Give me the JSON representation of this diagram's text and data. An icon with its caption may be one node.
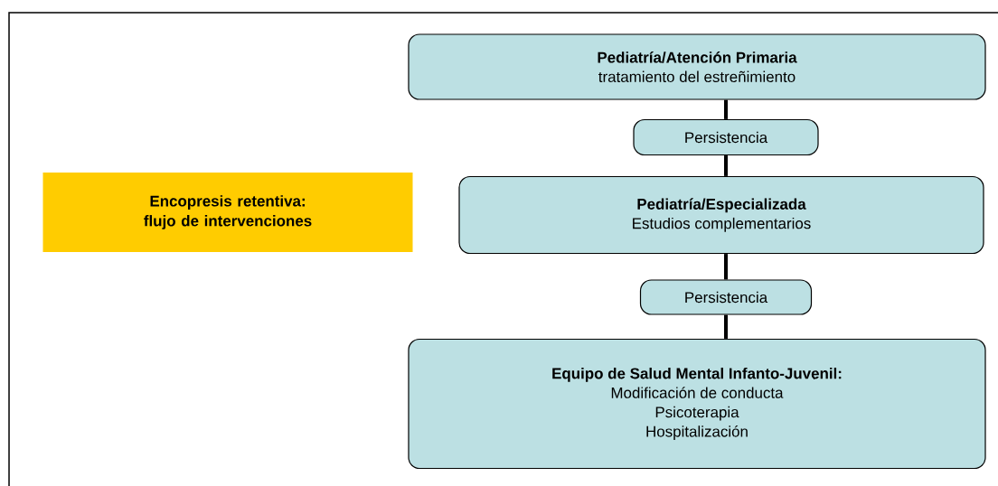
{
  "diagram": {
    "nodes": [
      {
        "text": [
          "Encopresis retentiva: flujo de intervenciones"
        ]
      },
      {
        "text": [
          "Pediatría/Atención Primaria",
          "tratamiento del estreñimiento"
        ]
      },
      {
        "text": [
          "Persistencia"
        ]
      },
      {
        "text": [
          "Pediatría/Especializada",
          "Estudios complementarios"
        ]
      },
      {
        "text": [
          "Persistencia"
        ]
      },
      {
        "text": [
          "Equipo de Salud Mental Infanto-Juvenil:",
          "Modificación de conducta",
          "Psicoterapia",
          "Hospitalización"
        ]
      }
    ],
    "edges": [
      {
        "from": 1,
        "to": 2,
        "arrow": "none"
      },
      {
        "from": 2,
        "to": 3,
        "arrow": "none"
      },
      {
        "from": 3,
        "to": 4,
        "arrow": "none"
      },
      {
        "from": 4,
        "to": 5,
        "arrow": "none"
      }
    ]
  }
}
